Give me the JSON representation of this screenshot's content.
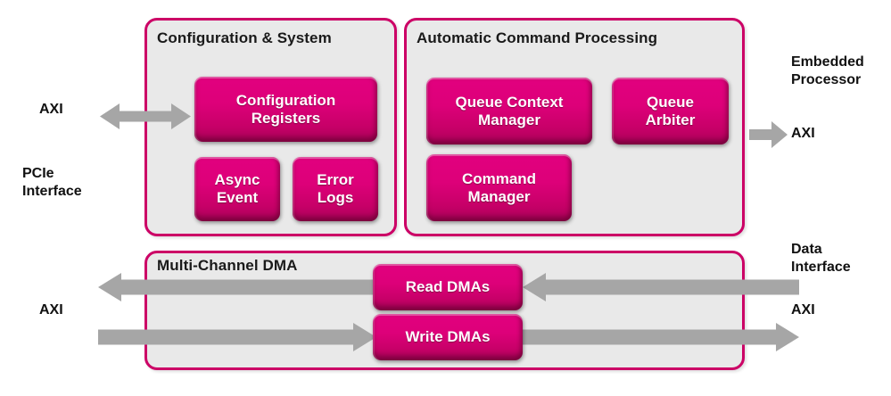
{
  "diagram": {
    "title": "Multi-Channel DMA / PCIe block diagram",
    "accent_color": "#cc0066",
    "block_color": "#e0007a",
    "panel_fill": "#e9e9e9",
    "arrow_color": "#a6a6a6",
    "background": "#ffffff"
  },
  "panels": [
    {
      "id": "config-system",
      "title": "Configuration  & System"
    },
    {
      "id": "auto-command",
      "title": "Automatic Command Processing"
    },
    {
      "id": "multi-channel-dma",
      "title": "Multi-Channel DMA"
    }
  ],
  "blocks": [
    {
      "id": "configuration-registers",
      "label": "Configuration\nRegisters"
    },
    {
      "id": "async-event",
      "label": "Async\nEvent"
    },
    {
      "id": "error-logs",
      "label": "Error\nLogs"
    },
    {
      "id": "queue-context-manager",
      "label": "Queue Context\nManager"
    },
    {
      "id": "queue-arbiter",
      "label": "Queue\nArbiter"
    },
    {
      "id": "command-manager",
      "label": "Command\nManager"
    },
    {
      "id": "read-dmas",
      "label": "Read DMAs"
    },
    {
      "id": "write-dmas",
      "label": "Write DMAs"
    }
  ],
  "captions": [
    {
      "id": "left-axi-top",
      "text": "AXI"
    },
    {
      "id": "left-pcie",
      "text": "PCIe\nInterface"
    },
    {
      "id": "left-axi-bottom",
      "text": "AXI"
    },
    {
      "id": "right-embedded",
      "text": "Embedded\nProcessor"
    },
    {
      "id": "right-axi-top",
      "text": "AXI"
    },
    {
      "id": "right-data",
      "text": "Data\nInterface"
    },
    {
      "id": "right-axi-bottom",
      "text": "AXI"
    }
  ],
  "arrows": [
    {
      "id": "config-bidirectional-arrow",
      "direction": "both"
    },
    {
      "id": "embedded-processor-arrow",
      "direction": "right"
    },
    {
      "id": "read-dma-out-arrow",
      "direction": "left"
    },
    {
      "id": "read-dma-in-arrow",
      "direction": "left"
    },
    {
      "id": "write-dma-in-arrow",
      "direction": "right"
    },
    {
      "id": "write-dma-out-arrow",
      "direction": "right"
    }
  ]
}
